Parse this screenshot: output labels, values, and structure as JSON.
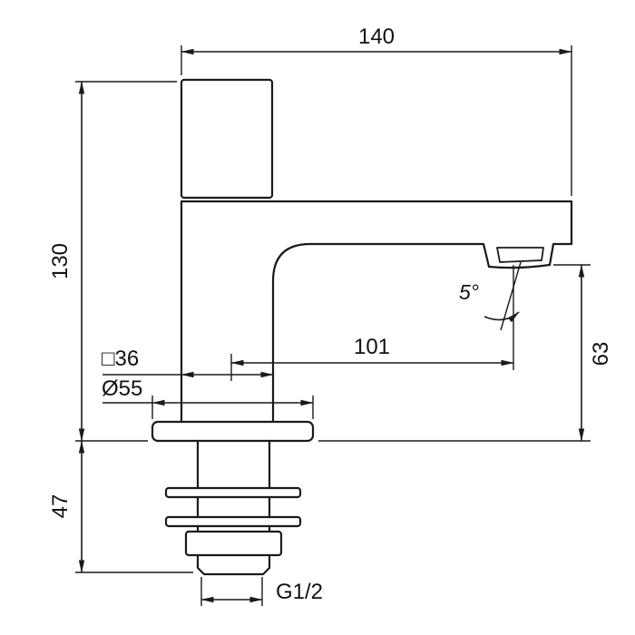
{
  "diagram": {
    "dimensions": {
      "total_width": "140",
      "height_above_deck": "130",
      "height_below_deck": "47",
      "spout_reach": "101",
      "spout_angle": "5°",
      "outlet_height": "63",
      "body_section": "□36",
      "base_diameter": "Ø55",
      "thread": "G1/2"
    },
    "colors": {
      "line": "#1a1a1a",
      "background": "#ffffff"
    }
  }
}
